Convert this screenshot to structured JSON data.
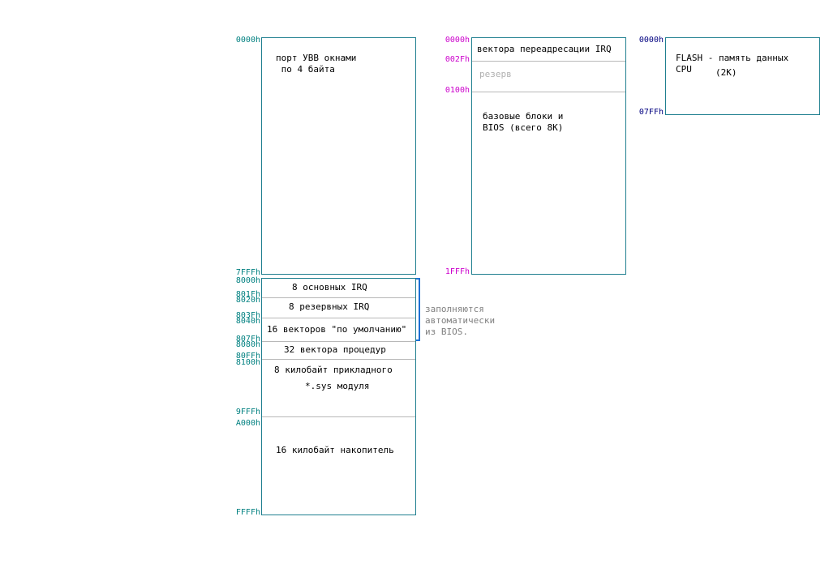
{
  "col1": {
    "block_a": {
      "addr_start": "0000h",
      "addr_end": "7FFFh",
      "line1": "порт УВВ окнами",
      "line2": " по 4 байта"
    },
    "block_b": {
      "rows": [
        {
          "addr_start": "8000h",
          "addr_end": "801Fh",
          "label": "8 основных IRQ"
        },
        {
          "addr_start": "8020h",
          "addr_end": "803Fh",
          "label": "8 резервных IRQ"
        },
        {
          "addr_start": "8040h",
          "addr_end": "807Fh",
          "label": "16 векторов \"по умолчанию\""
        },
        {
          "addr_start": "8080h",
          "addr_end": "80FFh",
          "label": "32 вектора процедур"
        }
      ],
      "app": {
        "addr_start": "8100h",
        "addr_end": "9FFFh",
        "line1": "8 килобайт прикладного",
        "line2": "*.sys модуля"
      },
      "storage": {
        "addr_start": "A000h",
        "addr_end": "FFFFh",
        "label": "16 килобайт накопитель"
      }
    },
    "note": {
      "line1": "заполняются",
      "line2": "автоматически",
      "line3": "из BIOS."
    }
  },
  "col2": {
    "addr_0": "0000h",
    "addr_1": "002Fh",
    "addr_2": "0100h",
    "addr_end": "1FFFh",
    "row1": "вектора переадресации IRQ",
    "row2": "резерв",
    "row3_line1": "базовые блоки и",
    "row3_line2": "BIOS (всего 8К)"
  },
  "col3": {
    "addr_start": "0000h",
    "addr_end": "07FFh",
    "line1": "FLASH - память данных",
    "line2": "CPU",
    "line3": "(2K)"
  },
  "colors": {
    "box_border": "#1f7f8f",
    "addr_teal": "#008080",
    "addr_magenta": "#cc00cc",
    "addr_navy": "#000080",
    "bracket": "#1e72d6"
  }
}
